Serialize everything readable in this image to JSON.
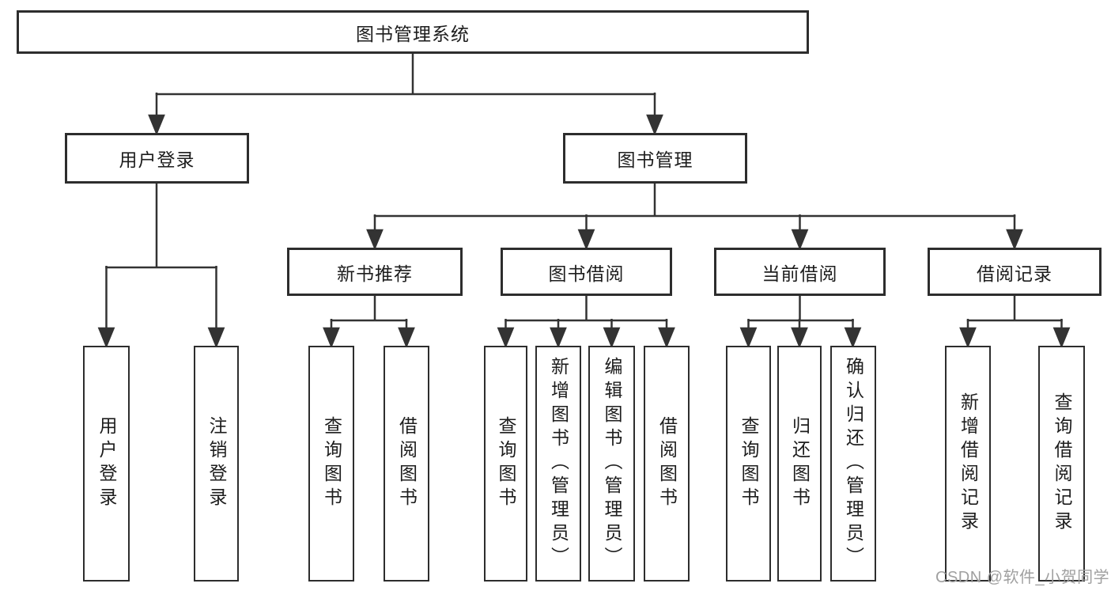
{
  "tree": {
    "root": "图书管理系统",
    "level2": [
      "用户登录",
      "图书管理"
    ],
    "level3": [
      "新书推荐",
      "图书借阅",
      "当前借阅",
      "借阅记录"
    ],
    "leaves": [
      "用户登录",
      "注销登录",
      "查询图书",
      "借阅图书",
      "查询图书",
      "新增图书（管理员）",
      "编辑图书（管理员）",
      "借阅图书",
      "查询图书",
      "归还图书",
      "确认归还（管理员）",
      "新增借阅记录",
      "查询借阅记录"
    ]
  },
  "watermark": {
    "text": "CSDN @软件_小贺同学"
  },
  "colors": {
    "line": "#333333",
    "box_border": "#2d2d2d",
    "text": "#1d1d1d",
    "watermark": "#a0a0a0",
    "background": "#ffffff"
  }
}
